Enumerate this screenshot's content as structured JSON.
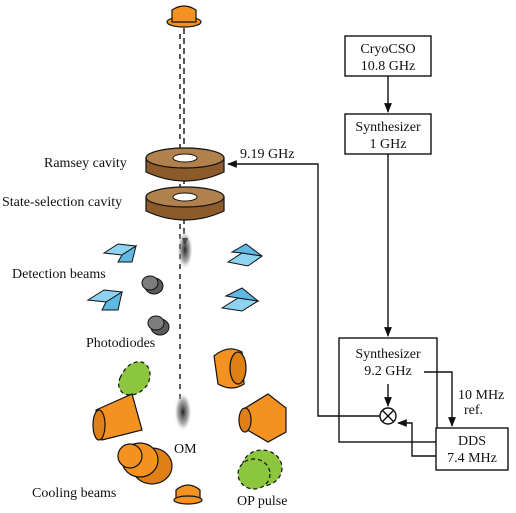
{
  "labels": {
    "ramsey_cavity": "Ramsey cavity",
    "state_selection_cavity": "State-selection cavity",
    "detection_beams": "Detection beams",
    "photodiodes": "Photodiodes",
    "om": "OM",
    "cooling_beams": "Cooling beams",
    "op_pulse": "OP pulse",
    "freq_919": "9.19 GHz",
    "ref_10mhz_line1": "10 MHz",
    "ref_10mhz_line2": "ref."
  },
  "blocks": {
    "cryocso": {
      "line1": "CryoCSO",
      "line2": "10.8 GHz"
    },
    "synth_1ghz": {
      "line1": "Synthesizer",
      "line2": "1 GHz"
    },
    "synth_92ghz": {
      "line1": "Synthesizer",
      "line2": "9.2 GHz"
    },
    "dds": {
      "line1": "DDS",
      "line2": "7.4 MHz"
    }
  },
  "colors": {
    "cooling": "#f39121",
    "op_pulse": "#8cc63f",
    "detection": "#8fd3f2",
    "photodiode": "#7d7d7d",
    "cavity": "#8c5a2b"
  }
}
